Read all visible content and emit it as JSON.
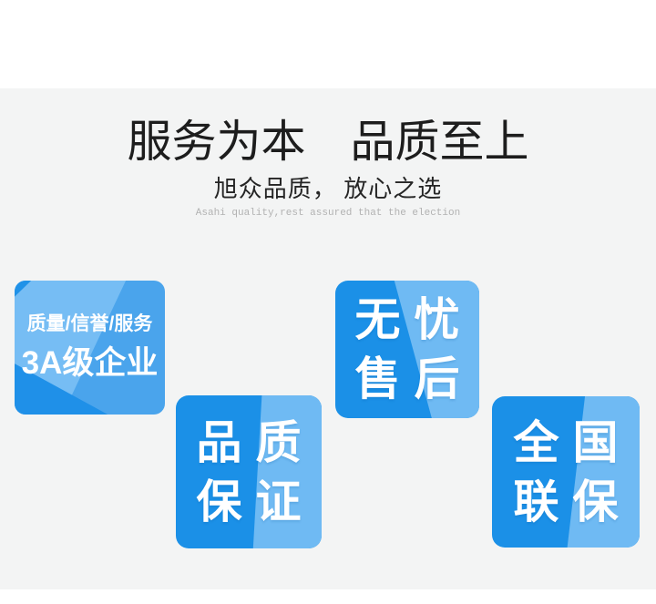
{
  "header": {
    "title": "服务为本　品质至上",
    "subtitle": "旭众品质， 放心之选",
    "subtitle_en": "Asahi quality,rest assured that the election"
  },
  "badges": [
    {
      "name": "3a-enterprise",
      "line1": "质量/信誉/服务",
      "line2": "3A级企业"
    },
    {
      "name": "quality-guarantee",
      "line1": "品质",
      "line2": "保证"
    },
    {
      "name": "worry-free-aftersales",
      "line1": "无忧",
      "line2": "售后"
    },
    {
      "name": "nationwide-warranty",
      "line1": "全国",
      "line2": "联保"
    }
  ],
  "colors": {
    "panel_background": "#f3f4f4",
    "page_background": "#ffffff",
    "title_text": "#1d1d1d",
    "subtitle_text": "#252525",
    "subtitle_en_text": "#b2b2b2",
    "badge_blue": "#1b90e7",
    "badge_light_blue": "#6fbaf3",
    "badge1_base_blue": "#4aa4ec",
    "badge1_light_blue": "#76bdf4",
    "badge1_dark_blue": "#1f90e8",
    "badge_text": "#ffffff"
  }
}
